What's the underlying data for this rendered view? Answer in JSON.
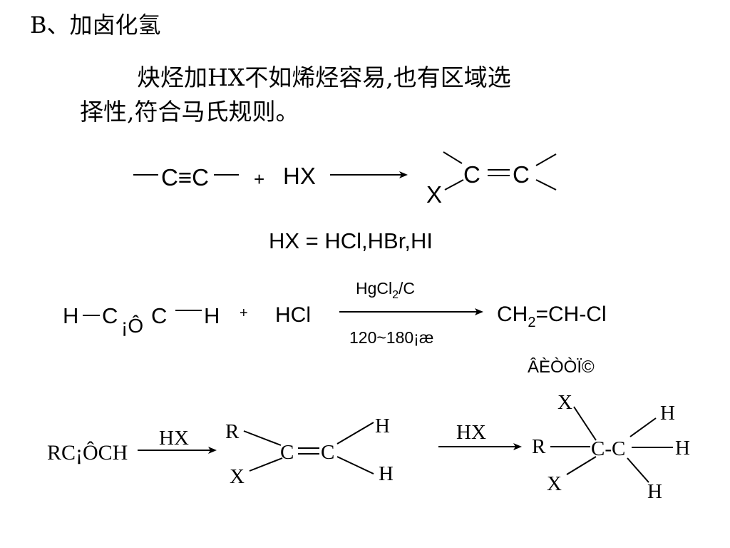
{
  "heading": "B、加卤化氢",
  "paragraph": {
    "line1": "炔烃加HX不如烯烃容易,也有区域选",
    "line2": "择性,符合马氏规则。"
  },
  "reaction1": {
    "reactant": "C≡C",
    "plus": "+",
    "reagent": "HX",
    "product_c1": "C",
    "product_c2": "C",
    "product_x": "X",
    "note": "HX = HCl,HBr,HI"
  },
  "reaction2": {
    "h_left": "H",
    "c_left": "C",
    "garbled_bond": "¡Ô",
    "c_right": "C",
    "h_right": "H",
    "plus": "+",
    "reagent": "HCl",
    "catalyst_main": "HgCl",
    "catalyst_sub": "2",
    "catalyst_tail": "/C",
    "condition": "120~180¡æ",
    "product_pre": "CH",
    "product_sub": "2",
    "product_post": "=CH-Cl"
  },
  "garbled_label": "ÂÈÒÒÏ©",
  "reaction3": {
    "reactant": "RC¡ÔCH",
    "reagent1": "HX",
    "mid_r": "R",
    "mid_x": "X",
    "mid_c1": "C",
    "mid_c2": "C",
    "mid_h_top": "H",
    "mid_h_bottom": "H",
    "reagent2": "HX",
    "prod_r": "R",
    "prod_x_top": "X",
    "prod_x_bottom": "X",
    "prod_cc": "C-C",
    "prod_h_top": "H",
    "prod_h_right": "H",
    "prod_h_bottom": "H"
  }
}
